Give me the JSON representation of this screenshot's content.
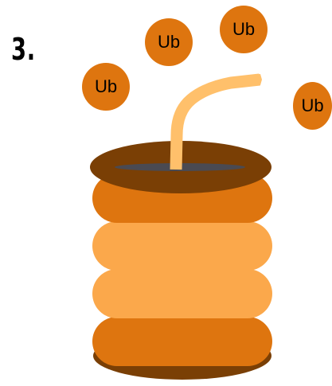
{
  "step": {
    "label": "3."
  },
  "ubiquitins": [
    {
      "label": "Ub"
    },
    {
      "label": "Ub"
    },
    {
      "label": "Ub"
    },
    {
      "label": "Ub"
    }
  ],
  "colors": {
    "ubiquitin": "#de750f",
    "rim_dark": "#7a3f05",
    "rim_inner": "#4a4a52",
    "ring_dark": "#de750f",
    "ring_light": "#fba84b",
    "base_shadow": "#7a3f05",
    "chain": "#ffc06b"
  }
}
